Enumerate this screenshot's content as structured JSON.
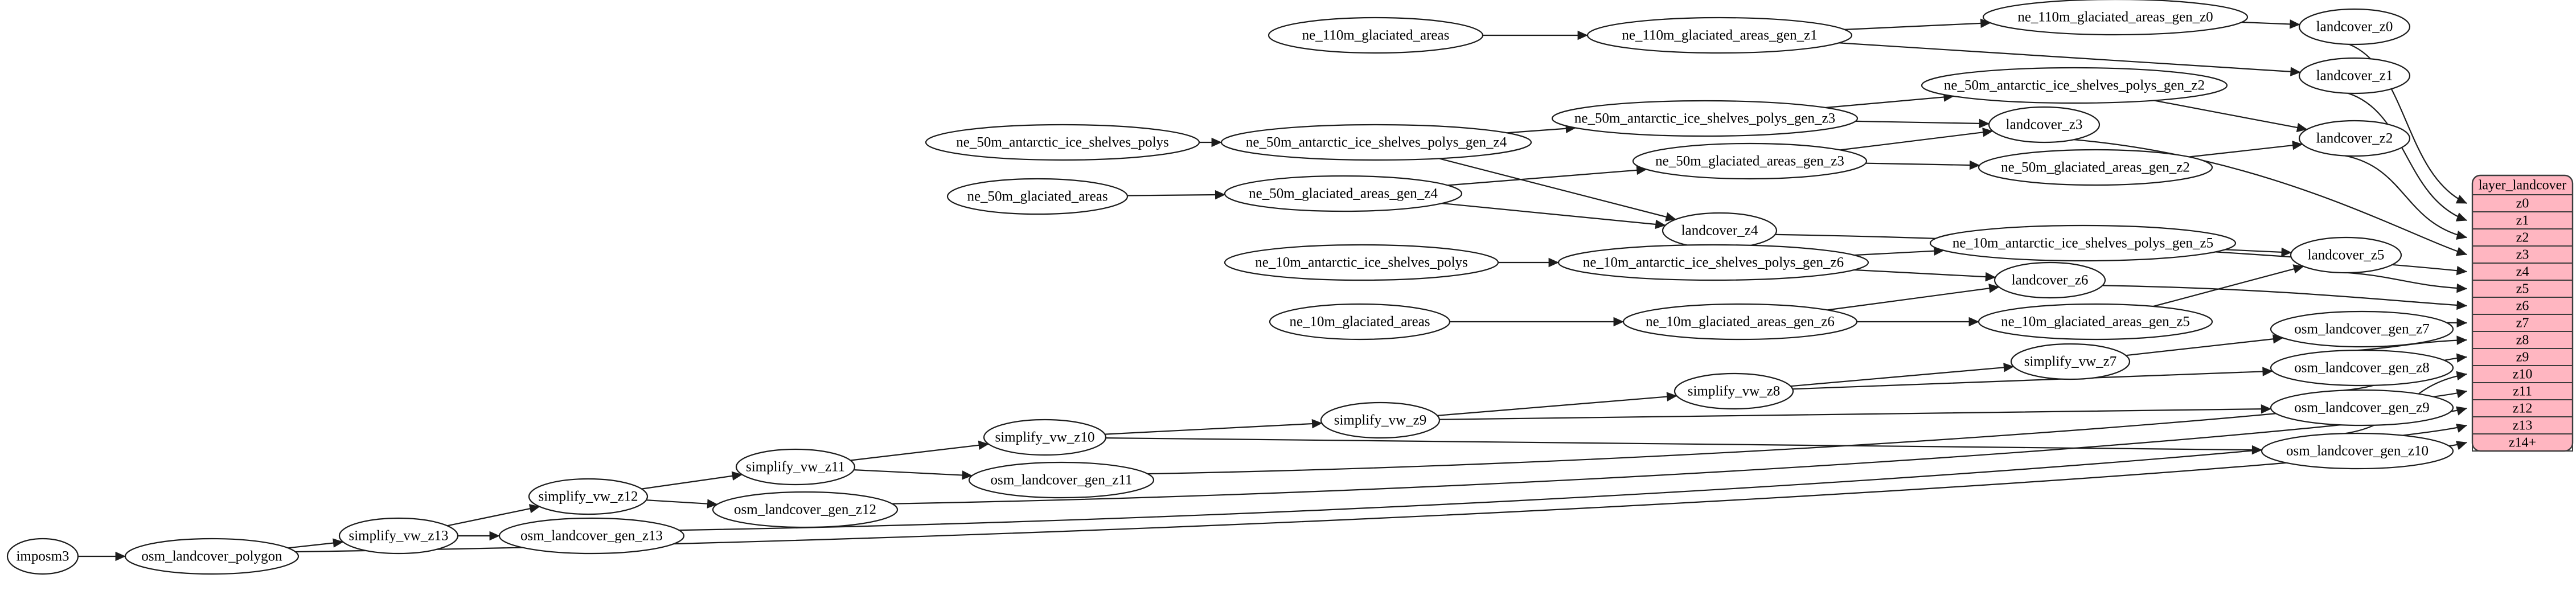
{
  "colors": {
    "background": "#ffffff",
    "edge": "#1c1c1c",
    "node_fill": "#ffffff",
    "node_border": "#1c1c1c",
    "text": "#000000",
    "table_fill": "#ffb6c1",
    "table_border": "#3b3b3b"
  },
  "table": {
    "title": "layer_landcover",
    "rows": [
      "z0",
      "z1",
      "z2",
      "z3",
      "z4",
      "z5",
      "z6",
      "z7",
      "z8",
      "z9",
      "z10",
      "z11",
      "z12",
      "z13",
      "z14+"
    ]
  },
  "nodes": [
    {
      "id": "imposm3",
      "label": "imposm3"
    },
    {
      "id": "osm_landcover_polygon",
      "label": "osm_landcover_polygon"
    },
    {
      "id": "simplify_vw_z13",
      "label": "simplify_vw_z13"
    },
    {
      "id": "osm_landcover_gen_z13",
      "label": "osm_landcover_gen_z13"
    },
    {
      "id": "simplify_vw_z12",
      "label": "simplify_vw_z12"
    },
    {
      "id": "osm_landcover_gen_z12",
      "label": "osm_landcover_gen_z12"
    },
    {
      "id": "simplify_vw_z11",
      "label": "simplify_vw_z11"
    },
    {
      "id": "osm_landcover_gen_z11",
      "label": "osm_landcover_gen_z11"
    },
    {
      "id": "simplify_vw_z10",
      "label": "simplify_vw_z10"
    },
    {
      "id": "simplify_vw_z9",
      "label": "simplify_vw_z9"
    },
    {
      "id": "simplify_vw_z8",
      "label": "simplify_vw_z8"
    },
    {
      "id": "simplify_vw_z7",
      "label": "simplify_vw_z7"
    },
    {
      "id": "osm_landcover_gen_z10",
      "label": "osm_landcover_gen_z10"
    },
    {
      "id": "osm_landcover_gen_z9",
      "label": "osm_landcover_gen_z9"
    },
    {
      "id": "osm_landcover_gen_z8",
      "label": "osm_landcover_gen_z8"
    },
    {
      "id": "osm_landcover_gen_z7",
      "label": "osm_landcover_gen_z7"
    },
    {
      "id": "ne_110m_glaciated_areas",
      "label": "ne_110m_glaciated_areas"
    },
    {
      "id": "ne_110m_glaciated_areas_gen_z1",
      "label": "ne_110m_glaciated_areas_gen_z1"
    },
    {
      "id": "ne_110m_glaciated_areas_gen_z0",
      "label": "ne_110m_glaciated_areas_gen_z0"
    },
    {
      "id": "landcover_z0",
      "label": "landcover_z0"
    },
    {
      "id": "landcover_z1",
      "label": "landcover_z1"
    },
    {
      "id": "ne_50m_antarctic_ice_shelves_polys",
      "label": "ne_50m_antarctic_ice_shelves_polys"
    },
    {
      "id": "ne_50m_antarctic_ice_shelves_polys_gen_z4",
      "label": "ne_50m_antarctic_ice_shelves_polys_gen_z4"
    },
    {
      "id": "ne_50m_antarctic_ice_shelves_polys_gen_z3",
      "label": "ne_50m_antarctic_ice_shelves_polys_gen_z3"
    },
    {
      "id": "ne_50m_antarctic_ice_shelves_polys_gen_z2",
      "label": "ne_50m_antarctic_ice_shelves_polys_gen_z2"
    },
    {
      "id": "landcover_z2",
      "label": "landcover_z2"
    },
    {
      "id": "landcover_z3",
      "label": "landcover_z3"
    },
    {
      "id": "ne_50m_glaciated_areas",
      "label": "ne_50m_glaciated_areas"
    },
    {
      "id": "ne_50m_glaciated_areas_gen_z4",
      "label": "ne_50m_glaciated_areas_gen_z4"
    },
    {
      "id": "ne_50m_glaciated_areas_gen_z3",
      "label": "ne_50m_glaciated_areas_gen_z3"
    },
    {
      "id": "ne_50m_glaciated_areas_gen_z2",
      "label": "ne_50m_glaciated_areas_gen_z2"
    },
    {
      "id": "landcover_z4",
      "label": "landcover_z4"
    },
    {
      "id": "ne_10m_antarctic_ice_shelves_polys",
      "label": "ne_10m_antarctic_ice_shelves_polys"
    },
    {
      "id": "ne_10m_antarctic_ice_shelves_polys_gen_z6",
      "label": "ne_10m_antarctic_ice_shelves_polys_gen_z6"
    },
    {
      "id": "ne_10m_antarctic_ice_shelves_polys_gen_z5",
      "label": "ne_10m_antarctic_ice_shelves_polys_gen_z5"
    },
    {
      "id": "landcover_z5",
      "label": "landcover_z5"
    },
    {
      "id": "landcover_z6",
      "label": "landcover_z6"
    },
    {
      "id": "ne_10m_glaciated_areas",
      "label": "ne_10m_glaciated_areas"
    },
    {
      "id": "ne_10m_glaciated_areas_gen_z6",
      "label": "ne_10m_glaciated_areas_gen_z6"
    },
    {
      "id": "ne_10m_glaciated_areas_gen_z5",
      "label": "ne_10m_glaciated_areas_gen_z5"
    }
  ],
  "edges": [
    [
      "imposm3",
      "osm_landcover_polygon"
    ],
    [
      "osm_landcover_polygon",
      "simplify_vw_z13"
    ],
    [
      "osm_landcover_polygon",
      "layer:z14+"
    ],
    [
      "simplify_vw_z13",
      "simplify_vw_z12"
    ],
    [
      "simplify_vw_z13",
      "osm_landcover_gen_z13"
    ],
    [
      "osm_landcover_gen_z13",
      "layer:z13"
    ],
    [
      "simplify_vw_z12",
      "simplify_vw_z11"
    ],
    [
      "simplify_vw_z12",
      "osm_landcover_gen_z12"
    ],
    [
      "osm_landcover_gen_z12",
      "layer:z12"
    ],
    [
      "simplify_vw_z11",
      "simplify_vw_z10"
    ],
    [
      "simplify_vw_z11",
      "osm_landcover_gen_z11"
    ],
    [
      "osm_landcover_gen_z11",
      "layer:z11"
    ],
    [
      "simplify_vw_z10",
      "simplify_vw_z9"
    ],
    [
      "simplify_vw_z10",
      "osm_landcover_gen_z10"
    ],
    [
      "osm_landcover_gen_z10",
      "layer:z10"
    ],
    [
      "simplify_vw_z9",
      "simplify_vw_z8"
    ],
    [
      "simplify_vw_z9",
      "osm_landcover_gen_z9"
    ],
    [
      "osm_landcover_gen_z9",
      "layer:z9"
    ],
    [
      "simplify_vw_z8",
      "simplify_vw_z7"
    ],
    [
      "simplify_vw_z8",
      "osm_landcover_gen_z8"
    ],
    [
      "osm_landcover_gen_z8",
      "layer:z8"
    ],
    [
      "simplify_vw_z7",
      "osm_landcover_gen_z7"
    ],
    [
      "osm_landcover_gen_z7",
      "layer:z7"
    ],
    [
      "ne_110m_glaciated_areas",
      "ne_110m_glaciated_areas_gen_z1"
    ],
    [
      "ne_110m_glaciated_areas_gen_z1",
      "ne_110m_glaciated_areas_gen_z0"
    ],
    [
      "ne_110m_glaciated_areas_gen_z1",
      "landcover_z1"
    ],
    [
      "ne_110m_glaciated_areas_gen_z0",
      "landcover_z0"
    ],
    [
      "landcover_z0",
      "layer:z0"
    ],
    [
      "landcover_z1",
      "layer:z1"
    ],
    [
      "ne_50m_antarctic_ice_shelves_polys",
      "ne_50m_antarctic_ice_shelves_polys_gen_z4"
    ],
    [
      "ne_50m_antarctic_ice_shelves_polys_gen_z4",
      "ne_50m_antarctic_ice_shelves_polys_gen_z3"
    ],
    [
      "ne_50m_antarctic_ice_shelves_polys_gen_z4",
      "landcover_z4"
    ],
    [
      "ne_50m_antarctic_ice_shelves_polys_gen_z3",
      "ne_50m_antarctic_ice_shelves_polys_gen_z2"
    ],
    [
      "ne_50m_antarctic_ice_shelves_polys_gen_z3",
      "landcover_z3"
    ],
    [
      "ne_50m_antarctic_ice_shelves_polys_gen_z2",
      "landcover_z2"
    ],
    [
      "ne_50m_glaciated_areas",
      "ne_50m_glaciated_areas_gen_z4"
    ],
    [
      "ne_50m_glaciated_areas_gen_z4",
      "ne_50m_glaciated_areas_gen_z3"
    ],
    [
      "ne_50m_glaciated_areas_gen_z4",
      "landcover_z4"
    ],
    [
      "ne_50m_glaciated_areas_gen_z3",
      "ne_50m_glaciated_areas_gen_z2"
    ],
    [
      "ne_50m_glaciated_areas_gen_z3",
      "landcover_z3"
    ],
    [
      "ne_50m_glaciated_areas_gen_z2",
      "landcover_z2"
    ],
    [
      "landcover_z2",
      "layer:z2"
    ],
    [
      "landcover_z3",
      "layer:z3"
    ],
    [
      "landcover_z4",
      "layer:z4"
    ],
    [
      "ne_10m_antarctic_ice_shelves_polys",
      "ne_10m_antarctic_ice_shelves_polys_gen_z6"
    ],
    [
      "ne_10m_antarctic_ice_shelves_polys_gen_z6",
      "ne_10m_antarctic_ice_shelves_polys_gen_z5"
    ],
    [
      "ne_10m_antarctic_ice_shelves_polys_gen_z6",
      "landcover_z6"
    ],
    [
      "ne_10m_antarctic_ice_shelves_polys_gen_z5",
      "landcover_z5"
    ],
    [
      "ne_10m_glaciated_areas",
      "ne_10m_glaciated_areas_gen_z6"
    ],
    [
      "ne_10m_glaciated_areas_gen_z6",
      "ne_10m_glaciated_areas_gen_z5"
    ],
    [
      "ne_10m_glaciated_areas_gen_z6",
      "landcover_z6"
    ],
    [
      "ne_10m_glaciated_areas_gen_z5",
      "landcover_z5"
    ],
    [
      "landcover_z5",
      "layer:z5"
    ],
    [
      "landcover_z6",
      "layer:z6"
    ]
  ]
}
